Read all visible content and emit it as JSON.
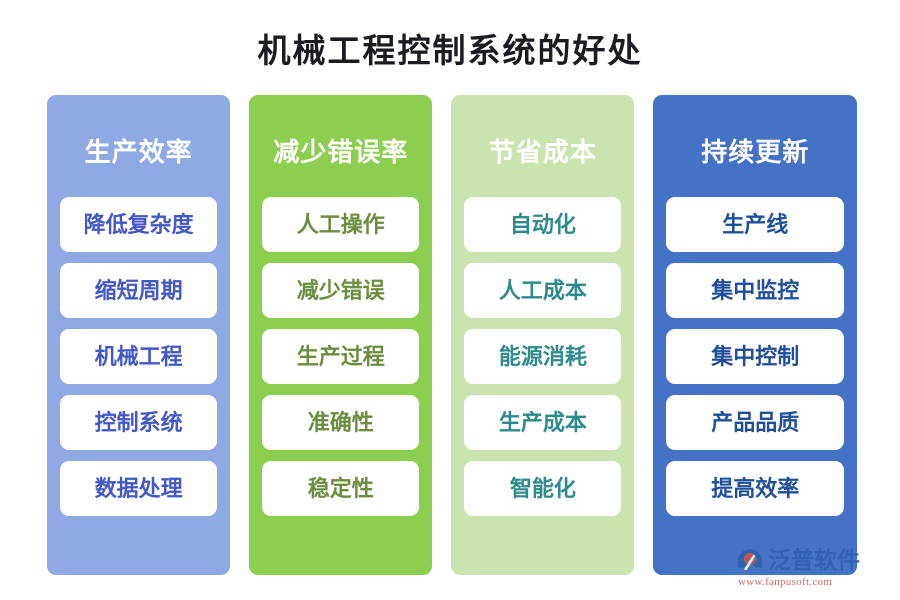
{
  "title": "机械工程控制系统的好处",
  "colors": {
    "column_1_bg": "#8EA9E4",
    "column_1_text": "#4258C8",
    "column_2_bg": "#8CCE50",
    "column_2_text": "#6B8E3E",
    "column_3_bg": "#CBE4AF",
    "column_3_text": "#2E8B8B",
    "column_4_bg": "#4472C4",
    "column_4_text": "#1F4E9C",
    "title_text": "#1B1B22",
    "header_text": "#FFFFFF",
    "card_bg": "#FFFFFF"
  },
  "columns": [
    {
      "header": "生产效率",
      "items": [
        "降低复杂度",
        "缩短周期",
        "机械工程",
        "控制系统",
        "数据处理"
      ]
    },
    {
      "header": "减少错误率",
      "items": [
        "人工操作",
        "减少错误",
        "生产过程",
        "准确性",
        "稳定性"
      ]
    },
    {
      "header": "节省成本",
      "items": [
        "自动化",
        "人工成本",
        "能源消耗",
        "生产成本",
        "智能化"
      ]
    },
    {
      "header": "持续更新",
      "items": [
        "生产线",
        "集中监控",
        "集中控制",
        "产品品质",
        "提高效率"
      ]
    }
  ],
  "watermark": {
    "brand": "泛普软件",
    "url": "www.fanpusoft.com"
  }
}
